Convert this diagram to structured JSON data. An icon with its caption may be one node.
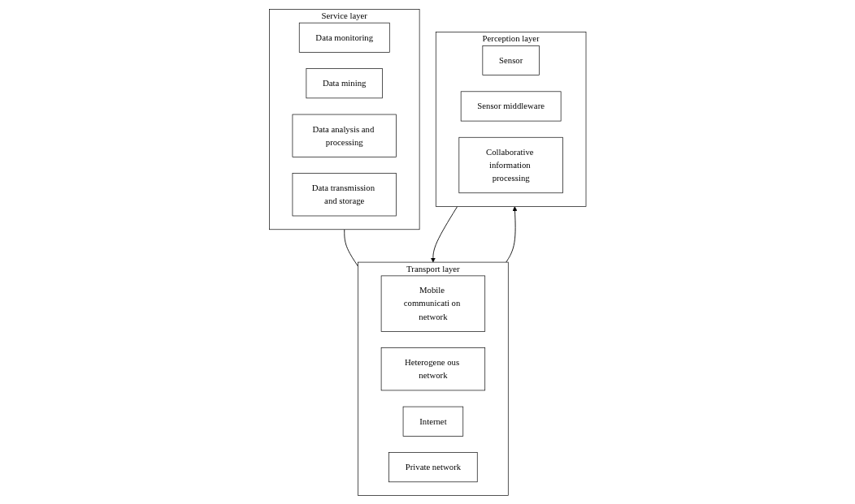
{
  "diagram": {
    "nodes": [
      {
        "text": [
          "Service layer"
        ]
      },
      {
        "text": [
          "Data monitoring"
        ],
        "in": 0
      },
      {
        "text": [
          "Data mining"
        ],
        "in": 0
      },
      {
        "text": [
          "Data analysis and processing"
        ],
        "in": 0
      },
      {
        "text": [
          "Data transmission and storage"
        ],
        "in": 0
      },
      {
        "text": [
          "Transport layer"
        ]
      },
      {
        "text": [
          "Mobile communicati on network"
        ],
        "in": 5
      },
      {
        "text": [
          "Heterogene ous network"
        ],
        "in": 5
      },
      {
        "text": [
          "Internet"
        ],
        "in": 5
      },
      {
        "text": [
          "Private network"
        ],
        "in": 5
      },
      {
        "text": [
          "Perception layer"
        ]
      },
      {
        "text": [
          "Sensor"
        ],
        "in": 10
      },
      {
        "text": [
          "Sensor middleware"
        ],
        "in": 10
      },
      {
        "text": [
          "Collaborative information processing"
        ],
        "in": 10
      }
    ],
    "edges": [
      {
        "from": 0,
        "to": 5,
        "arrow": "none"
      },
      {
        "from": 5,
        "to": 10,
        "arrow": "to"
      },
      {
        "from": 10,
        "to": 5,
        "arrow": "to"
      }
    ]
  }
}
